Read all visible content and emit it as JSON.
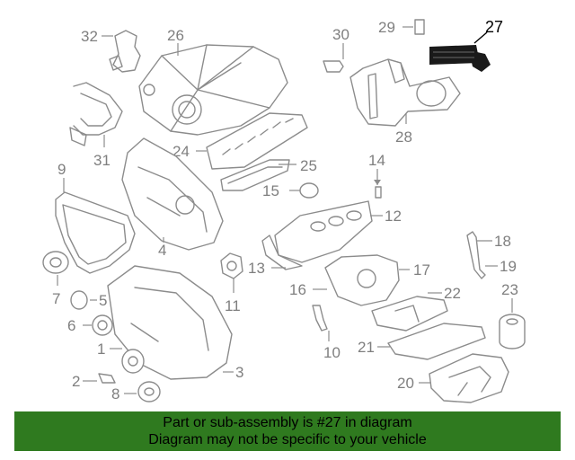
{
  "diagram": {
    "callouts": [
      "1",
      "2",
      "3",
      "4",
      "5",
      "6",
      "7",
      "8",
      "9",
      "10",
      "11",
      "12",
      "13",
      "14",
      "15",
      "16",
      "17",
      "18",
      "19",
      "20",
      "21",
      "22",
      "23",
      "24",
      "25",
      "26",
      "27",
      "28",
      "29",
      "30",
      "31",
      "32"
    ],
    "highlighted": "27"
  },
  "banner": {
    "line1": "Part or sub-assembly is #27 in diagram",
    "line2": "Diagram may not be specific to your vehicle",
    "color": "#2f7a1f"
  },
  "colors": {
    "outline": "#8c8c8c",
    "label": "#7f7f7f",
    "highlight": "#000000"
  }
}
